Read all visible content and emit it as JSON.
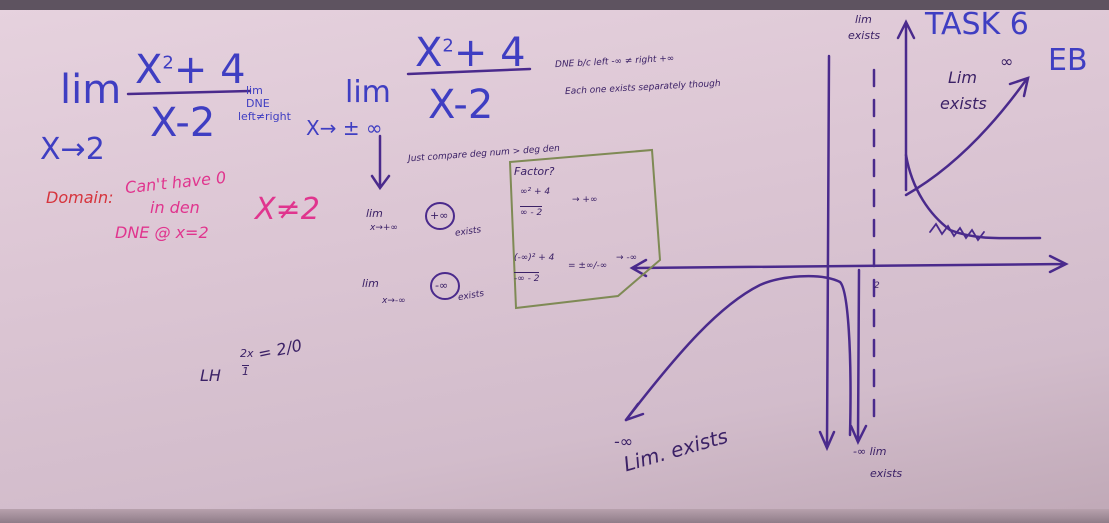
{
  "expr1": {
    "lim": "lim",
    "num": "X",
    "num_exp": "2",
    "num_rest": "+ 4",
    "den": "X-2",
    "sub": "X→2"
  },
  "note_dne": {
    "line1": "lim",
    "line2": "DNE",
    "line3": "left≠right"
  },
  "domain": {
    "label": "Domain:",
    "line1": "Can't have 0",
    "line2": "in den",
    "line3": "DNE @ x=2",
    "restriction": "X≠2"
  },
  "expr2": {
    "lim": "lim",
    "num": "X",
    "num_exp": "2",
    "num_rest": "+ 4",
    "den": "X-2",
    "sub": "X→ ± ∞"
  },
  "note_right": {
    "line1": "DNE b/c left -∞ ≠ right +∞",
    "line2": "Each one exists separately though"
  },
  "compare_note": "Just compare deg num > deg den",
  "lim_pos": {
    "lim": "lim",
    "sub": "x→+∞",
    "circled": "+∞",
    "tag": "exists"
  },
  "lim_neg": {
    "lim": "lim",
    "sub": "x→-∞",
    "circled": "-∞",
    "tag": "exists"
  },
  "factor_box": {
    "title": "Factor?",
    "frac1_num": "∞² + 4",
    "frac1_den": "∞ - 2",
    "res1": "→ +∞",
    "frac2_num": "(-∞)² + 4",
    "frac2_den": "-∞ - 2",
    "mid2": "= ±∞/-∞",
    "res2": "→ -∞"
  },
  "lh": {
    "label": "LH",
    "frac_num": "2x",
    "frac_den": "1",
    "result": "= 2/0"
  },
  "graph": {
    "top_label_line1": "lim",
    "top_label_line2": "exists",
    "task": "TASK 6",
    "task_sub": "EB",
    "lim_inf_line1": "Lim",
    "lim_inf_val": "∞",
    "lim_inf_line2": "exists",
    "tick2": "2",
    "bottom_left_line1": "-∞",
    "bottom_left_line2": "Lim. exists",
    "bottom_right_line1": "-∞ lim",
    "bottom_right_line2": "exists"
  }
}
